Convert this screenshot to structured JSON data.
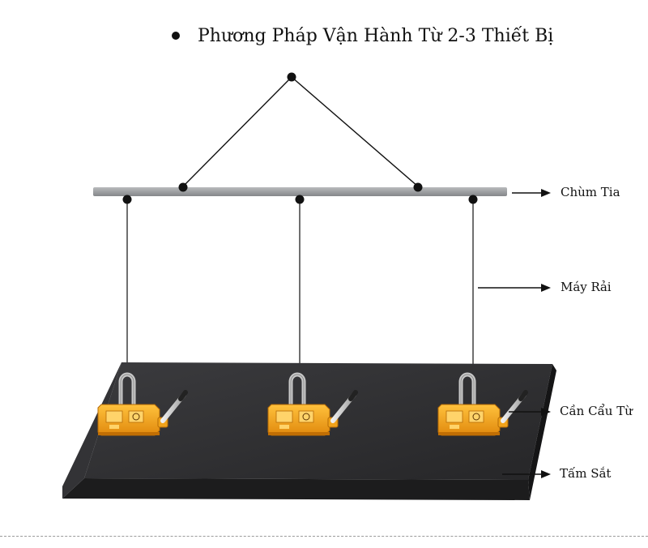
{
  "title": "Phương Pháp Vận Hành Từ 2-3 Thiết Bị",
  "labels": {
    "beam": "Chùm Tia",
    "chain": "Máy Rải",
    "magnet": "Cần Cẩu Từ",
    "plate": "Tấm Sắt"
  },
  "colors": {
    "plate": "#2e2e30",
    "magnet": "#f3a21a",
    "beam": "#9a9c9e",
    "line": "#111111"
  },
  "icons": [
    "bullet-icon",
    "arrow-right-icon",
    "lifting-magnet-icon"
  ]
}
